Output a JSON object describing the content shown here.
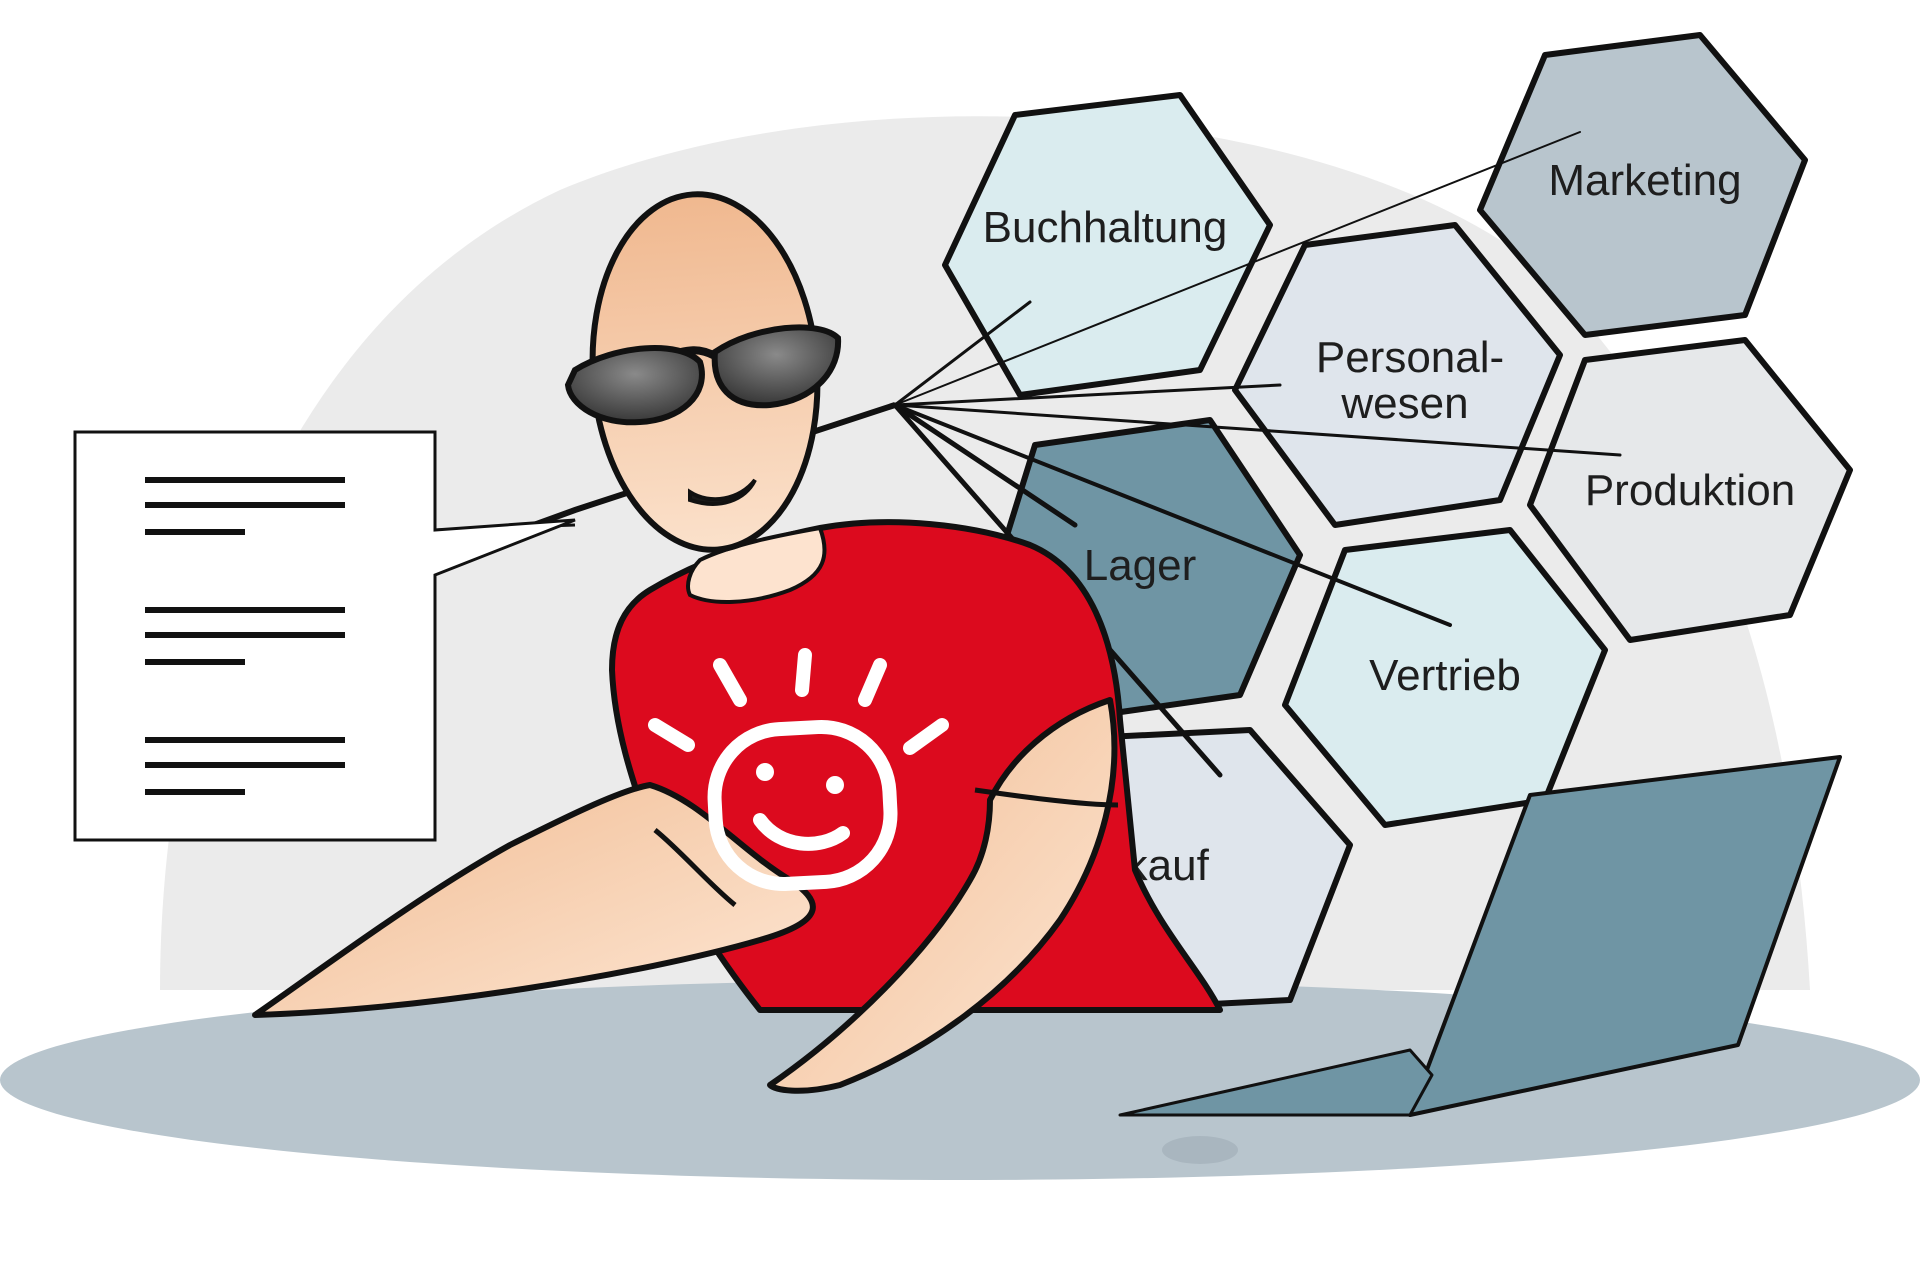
{
  "illustration": {
    "hexagons": {
      "buchhaltung": "Buchhaltung",
      "marketing": "Marketing",
      "personal_line1": "Personal-",
      "personal_line2": "wesen",
      "produktion": "Produktion",
      "lager": "Lager",
      "vertrieb": "Vertrieb",
      "einkauf": "nkauf"
    }
  },
  "colors": {
    "background_blob": "#ebebeb",
    "table": "#b8c5cd",
    "shirt": "#dc0a1e",
    "skin": "#f2c49f",
    "hex_light_cyan": "#daecef",
    "hex_light_gray_blue": "#dfe5ec",
    "hex_gray": "#b8c5cd",
    "hex_dark_teal": "#6f95a4",
    "hex_pale": "#e6e8ea",
    "laptop": "#6f95a4",
    "outline": "#111111"
  },
  "icons": [
    "document-icon",
    "sun-smiley-logo",
    "sunglasses",
    "laptop"
  ]
}
